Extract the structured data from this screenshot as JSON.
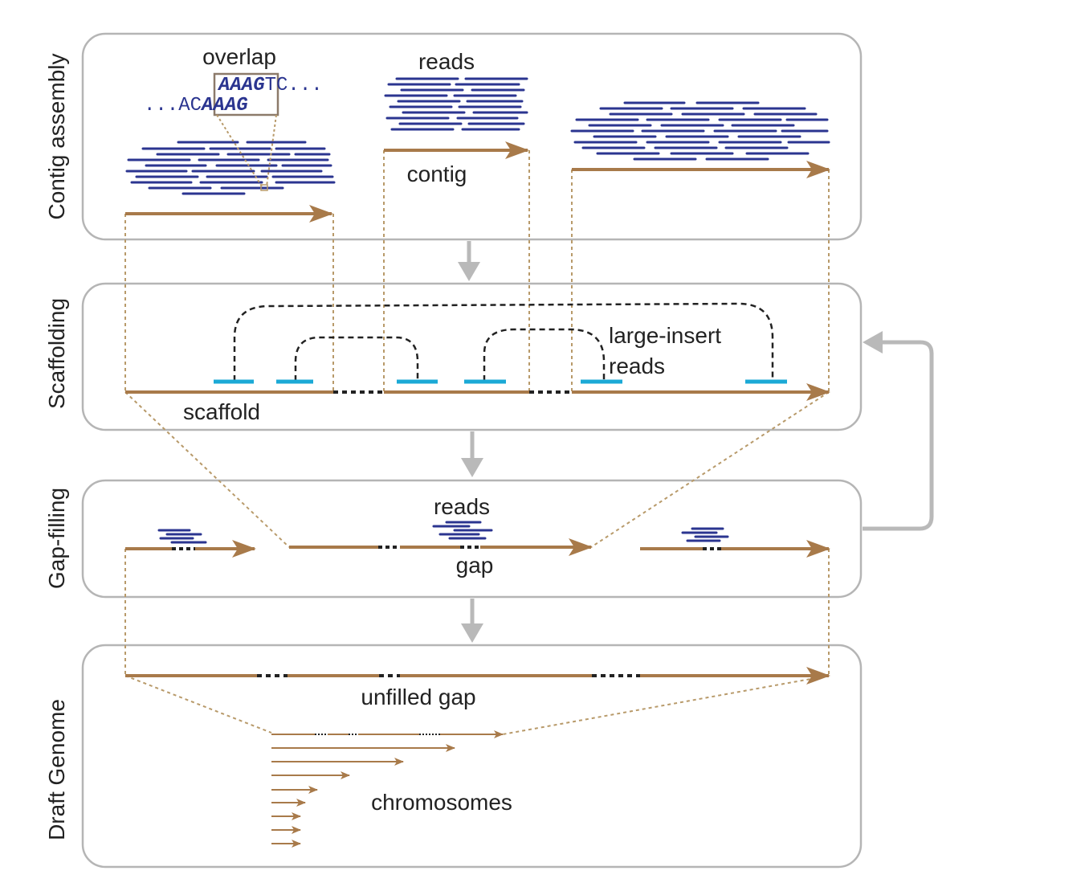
{
  "stages": [
    {
      "id": "contig",
      "label": "Contig assembly"
    },
    {
      "id": "scaffolding",
      "label": "Scaffolding"
    },
    {
      "id": "gapfilling",
      "label": "Gap-filling"
    },
    {
      "id": "draft",
      "label": "Draft Genome"
    }
  ],
  "labels": {
    "overlap": "overlap",
    "reads_top": "reads",
    "contig": "contig",
    "large_insert_line1": "large-insert",
    "large_insert_line2": "reads",
    "scaffold": "scaffold",
    "reads_gap": "reads",
    "gap": "gap",
    "unfilled_gap": "unfilled gap",
    "chromosomes": "chromosomes"
  },
  "sequence": {
    "top_prefix": "",
    "top_bold": "AAAG",
    "top_suffix": "TC...",
    "bottom_prefix": "...AC",
    "bottom_bold": "AAAG"
  },
  "colors": {
    "read": "#2b3590",
    "contig": "#a87a4a",
    "mate_read": "#1ba9d6",
    "box_border": "#b5b5b5",
    "flow_arrow": "#b9b9b9",
    "guide": "#b89a6a"
  }
}
